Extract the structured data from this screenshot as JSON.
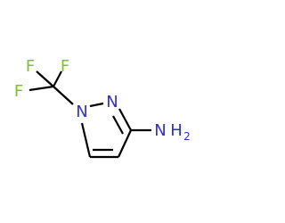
{
  "molecule": {
    "atoms": {
      "f_top_left": "F",
      "f_top_right": "F",
      "f_left": "F",
      "n1": "N",
      "n2": "N",
      "amine_n": "N",
      "amine_h": "H",
      "amine_h_count": "2"
    },
    "colors": {
      "fluorine": "#7fbf2a",
      "nitrogen": "#2f2fd6",
      "bond": "#000000"
    }
  }
}
